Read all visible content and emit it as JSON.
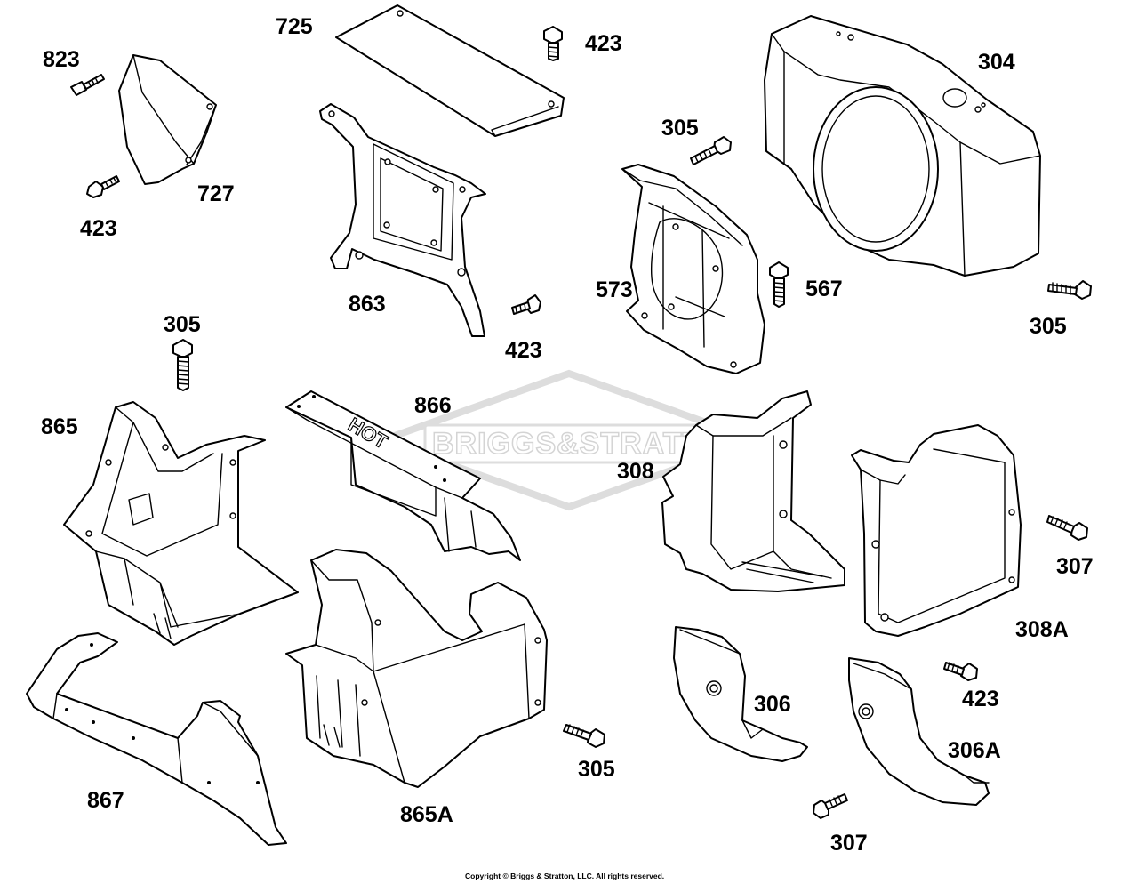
{
  "watermark": {
    "text": "BRIGGS&STRATTON"
  },
  "hot_marking": "HOT",
  "labels": {
    "p823": "823",
    "p423_a": "423",
    "p727": "727",
    "p725": "725",
    "p423_b": "423",
    "p863": "863",
    "p423_c": "423",
    "p305_a": "305",
    "p573": "573",
    "p567": "567",
    "p304": "304",
    "p305_b": "305",
    "p305_c": "305",
    "p865": "865",
    "p866": "866",
    "p308": "308",
    "p307_a": "307",
    "p308A": "308A",
    "p867": "867",
    "p865A": "865A",
    "p305_d": "305",
    "p306": "306",
    "p423_d": "423",
    "p306A": "306A",
    "p307_b": "307"
  },
  "copyright": "Copyright © Briggs & Stratton, LLC. All rights reserved."
}
